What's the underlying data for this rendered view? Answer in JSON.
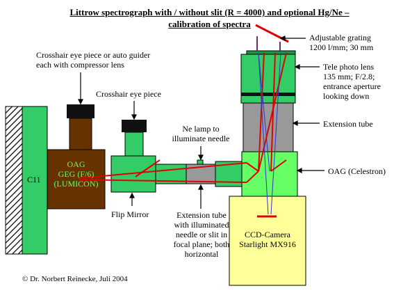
{
  "title_line1": "Littrow spectrograph with / without slit (R = 4000) and optional Hg/Ne –",
  "title_line2": "calibration of spectra",
  "labels": {
    "grating_1": "Adjustable grating",
    "grating_2": "1200 l/mm; 30 mm",
    "tele_1": "Tele photo lens",
    "tele_2": "135 mm; F/2.8;",
    "tele_3": "entrance aperture",
    "tele_4": "looking down",
    "ext_tube": "Extension tube",
    "oag_celestron": "OAG (Celestron)",
    "crosshair_auto_1": "Crosshair eye piece or auto guider",
    "crosshair_auto_2": "each with compressor lens",
    "crosshair": "Crosshair eye piece",
    "ne_lamp_1": "Ne lamp to",
    "ne_lamp_2": "illuminate needle",
    "c11": "C11",
    "oag_1": "OAG",
    "oag_2": "GEG (F/6)",
    "oag_3": "(LUMICON)",
    "flip_mirror": "Flip Mirror",
    "ext_slit_1": "Extension tube",
    "ext_slit_2": "with illuminated",
    "ext_slit_3": "needle or slit in",
    "ext_slit_4": "focal plane; both",
    "ext_slit_5": "horizontal",
    "ccd_1": "CCD-Camera",
    "ccd_2": "Starlight MX916",
    "copyright": "© Dr. Norbert Reinecke, Juli 2004"
  },
  "colors": {
    "green": "#33cc66",
    "dark_green": "#1a9a45",
    "light_green": "#66ff66",
    "brown": "#663300",
    "black": "#111111",
    "gray": "#999999",
    "yellow": "#ffff99",
    "red": "#e00000",
    "blue": "#3333cc"
  }
}
